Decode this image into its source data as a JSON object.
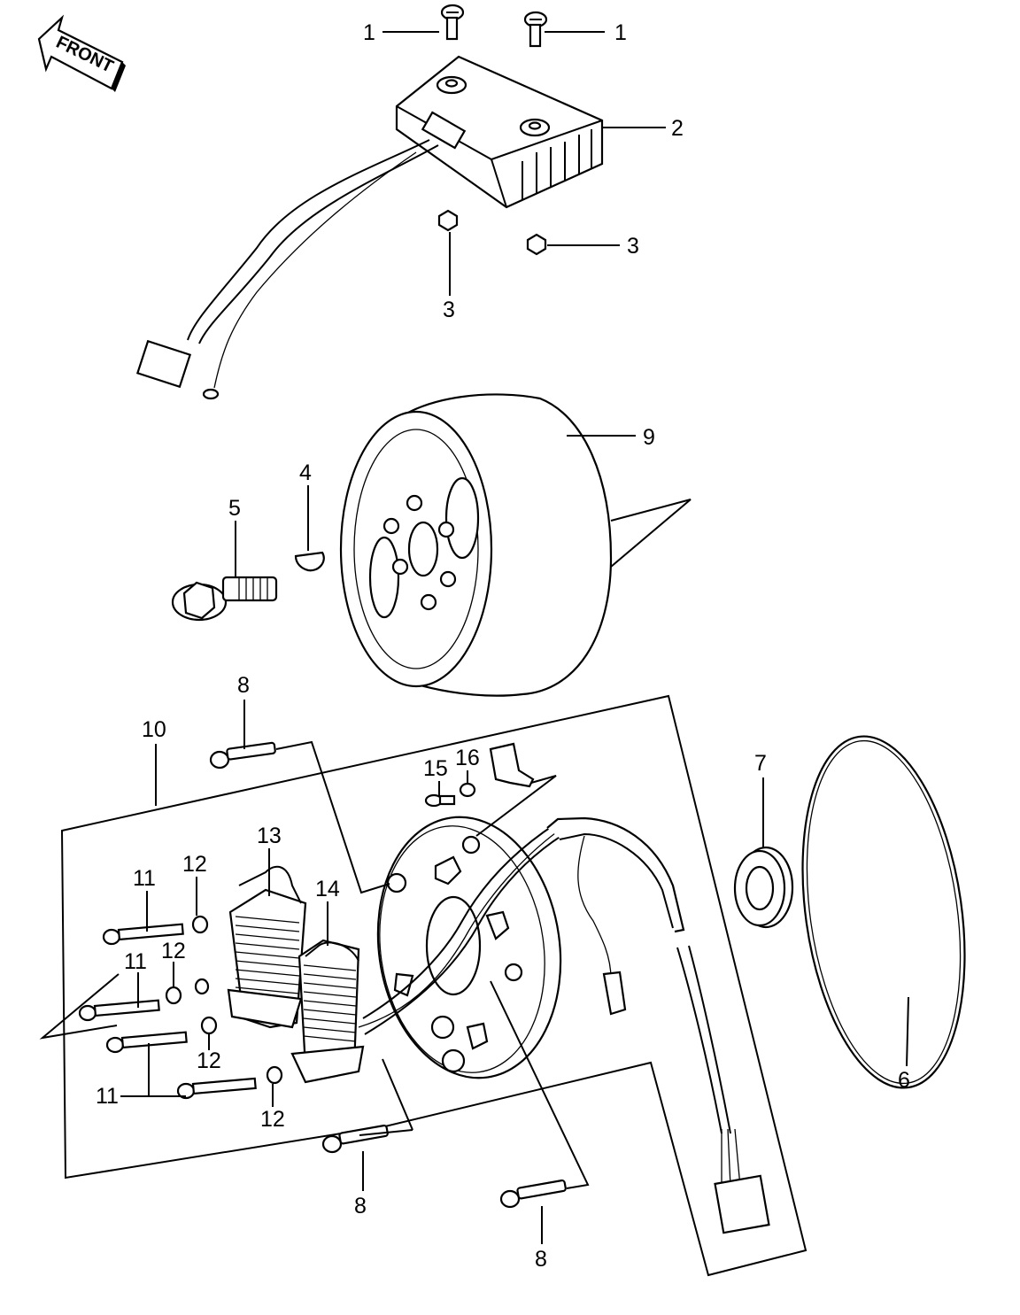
{
  "direction_label": "FRONT",
  "callouts": {
    "c1a": "1",
    "c1b": "1",
    "c2": "2",
    "c3a": "3",
    "c3b": "3",
    "c4": "4",
    "c5": "5",
    "c6": "6",
    "c7": "7",
    "c8a": "8",
    "c8b": "8",
    "c8c": "8",
    "c9": "9",
    "c10": "10",
    "c11a": "11",
    "c11b": "11",
    "c11c": "11",
    "c12a": "12",
    "c12b": "12",
    "c12c": "12",
    "c12d": "12",
    "c13": "13",
    "c14": "14",
    "c15": "15",
    "c16": "16"
  }
}
